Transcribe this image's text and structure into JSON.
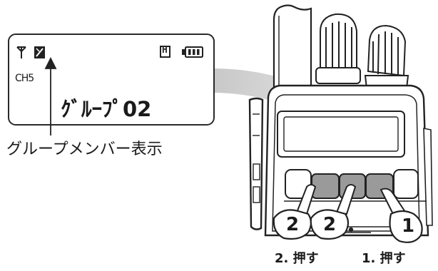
{
  "lcd": {
    "channel_label": "CH5",
    "h_badge": "H",
    "group_display": "ｸﾞﾙｰﾌﾟ02",
    "icons": [
      "antenna-icon",
      "mute-icon",
      "power-high-icon",
      "battery-icon"
    ]
  },
  "caption": "グループメンバー表示",
  "badges": {
    "first": "2",
    "second": "2",
    "third": "1"
  },
  "steps": {
    "second": "2. 押す",
    "first": "1. 押す"
  }
}
